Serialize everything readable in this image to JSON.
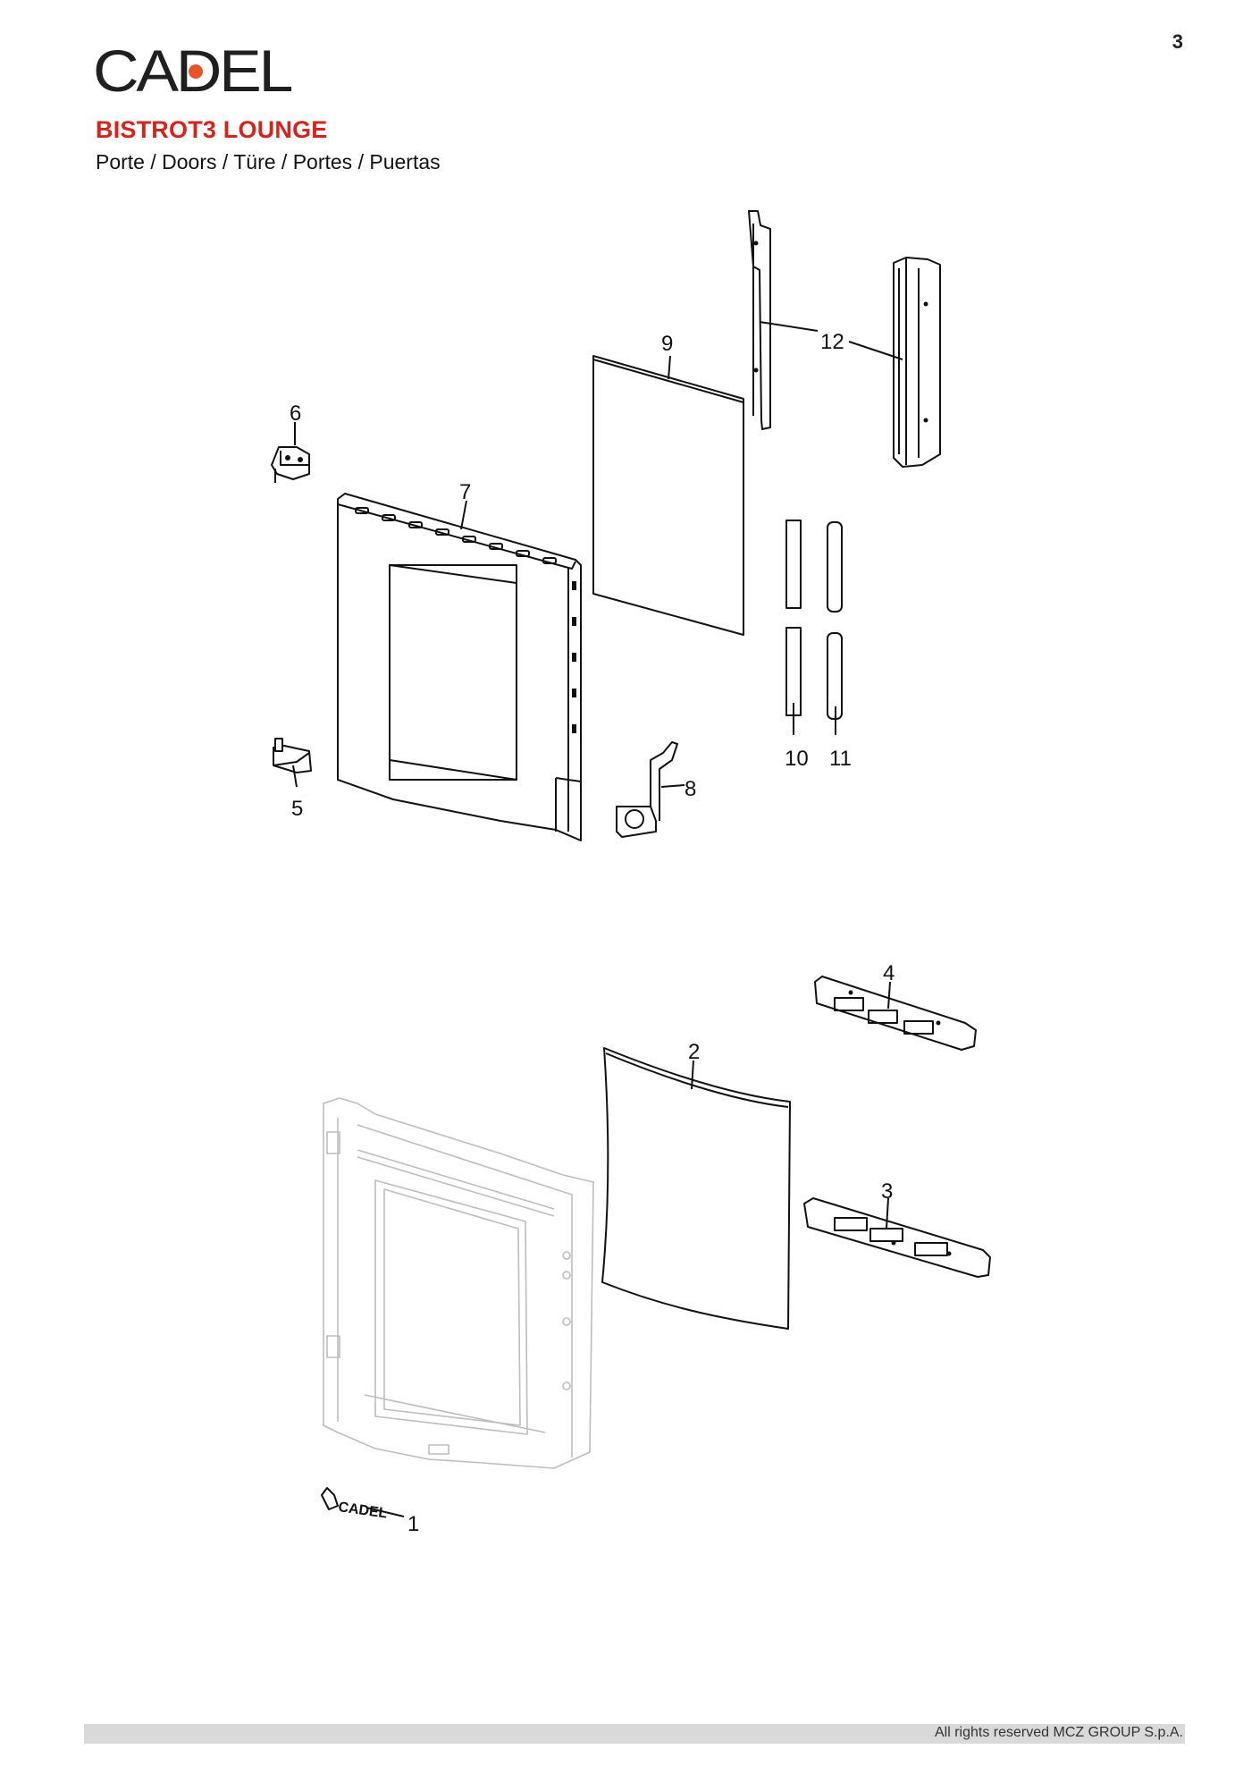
{
  "header": {
    "brand": "CADEL",
    "page_number": "3",
    "product_title": "BISTROT3 LOUNGE",
    "subtitle": "Porte / Doors / Türe / Portes / Puertas"
  },
  "diagram": {
    "callouts": {
      "part_1": "1",
      "part_2": "2",
      "part_3": "3",
      "part_4": "4",
      "part_5": "5",
      "part_6": "6",
      "part_7": "7",
      "part_8": "8",
      "part_9": "9",
      "part_10": "10",
      "part_11": "11",
      "part_12": "12"
    }
  },
  "footer": {
    "copyright": "All rights reserved MCZ GROUP S.p.A."
  },
  "colors": {
    "title_red": "#d7231e",
    "logo_dot": "#e8542a",
    "footer_bar": "#d9d9d9"
  }
}
